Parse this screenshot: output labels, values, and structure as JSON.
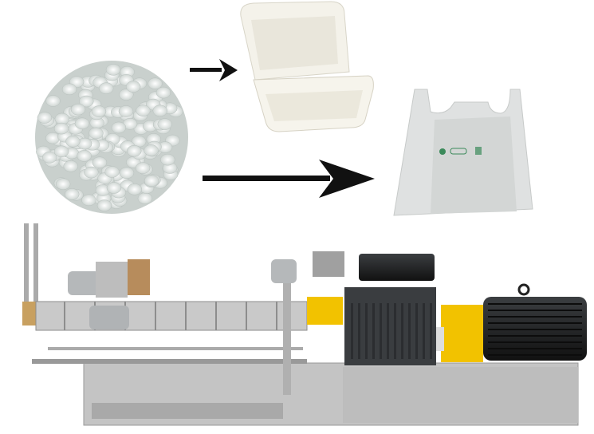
{
  "scene": {
    "background": "#ffffff",
    "colors": {
      "pellets": "#e8ecea",
      "container": "#f3f1e8",
      "bag": "#e2e3e3",
      "arrow": "#111111",
      "machine_frame": "#c9c9c9",
      "gearbox": "#3a3d40",
      "yellow_housing": "#f2c200",
      "motor": "#1e2022"
    },
    "items": [
      {
        "name": "plastic-pellets"
      },
      {
        "name": "foam-food-container"
      },
      {
        "name": "shopping-bag"
      },
      {
        "name": "twin-screw-extruder-machine"
      }
    ]
  }
}
